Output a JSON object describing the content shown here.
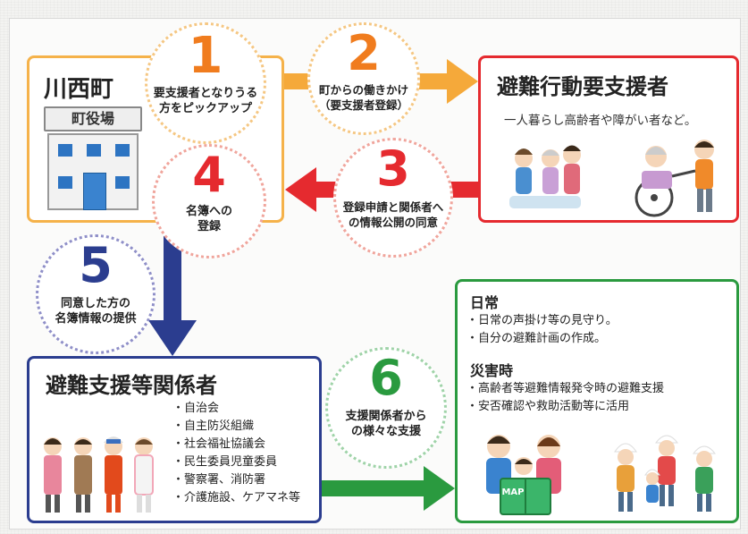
{
  "town": {
    "name": "川西町",
    "building_sign": "町役場"
  },
  "steps": [
    {
      "num": "1",
      "label": "要支援者となりうる\n方をピックアップ"
    },
    {
      "num": "2",
      "label": "町からの働きかけ\n（要支援者登録）"
    },
    {
      "num": "3",
      "label": "登録申請と関係者へ\nの情報公開の同意"
    },
    {
      "num": "4",
      "label": "名簿への\n登録"
    },
    {
      "num": "5",
      "label": "同意した方の\n名簿情報の提供"
    },
    {
      "num": "6",
      "label": "支援関係者から\nの様々な支援"
    }
  ],
  "evacuee_box": {
    "title": "避難行動要支援者",
    "desc": "一人暮らし高齢者や障がい者など。"
  },
  "supporters_box": {
    "title": "避難支援等関係者",
    "items": [
      "自治会",
      "自主防災組織",
      "社会福祉協議会",
      "民生委員児童委員",
      "警察署、消防署",
      "介護施設、ケアマネ等"
    ]
  },
  "support_box": {
    "daily_title": "日常",
    "daily_items": [
      "日常の声掛け等の見守り。",
      "自分の避難計画の作成。"
    ],
    "disaster_title": "災害時",
    "disaster_items": [
      "高齢者等避難情報発令時の避難支援",
      "安否確認や救助活動等に活用"
    ],
    "map_label": "MAP"
  },
  "colors": {
    "orange": "#f07c1e",
    "orange_border": "#f5b24a",
    "red": "#e52a2f",
    "navy": "#2b3d8f",
    "green": "#2a9a3f"
  }
}
